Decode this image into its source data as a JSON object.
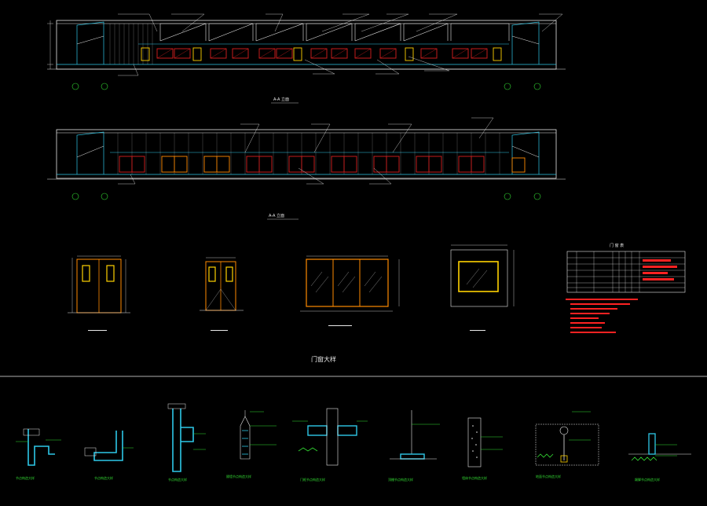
{
  "drawing": {
    "views": {
      "elevation_1_title": "A-A 立面",
      "elevation_2_title": "A-A 立面",
      "door_window_group_title": "门窗大样",
      "door_table_title": "门 窗 表"
    },
    "detail_titles": [
      "节点构造大样",
      "节点构造大样",
      "节点构造大样",
      "隔墙节点构造大样",
      "门框节点构造大样",
      "顶棚节点构造大样",
      "墙体节点构造大样",
      "地面节点构造大样",
      "踢脚节点构造大样"
    ],
    "colors": {
      "background": "#000000",
      "line_white": "#e8e8e8",
      "line_cyan": "#2ec8e8",
      "leader_green": "#33dd33",
      "note_red": "#ff2222",
      "door_orange": "#ff8a00",
      "door_red": "#d81e1e",
      "glass_yellow": "#ffd200",
      "mark_magenta": "#e040e0"
    }
  }
}
